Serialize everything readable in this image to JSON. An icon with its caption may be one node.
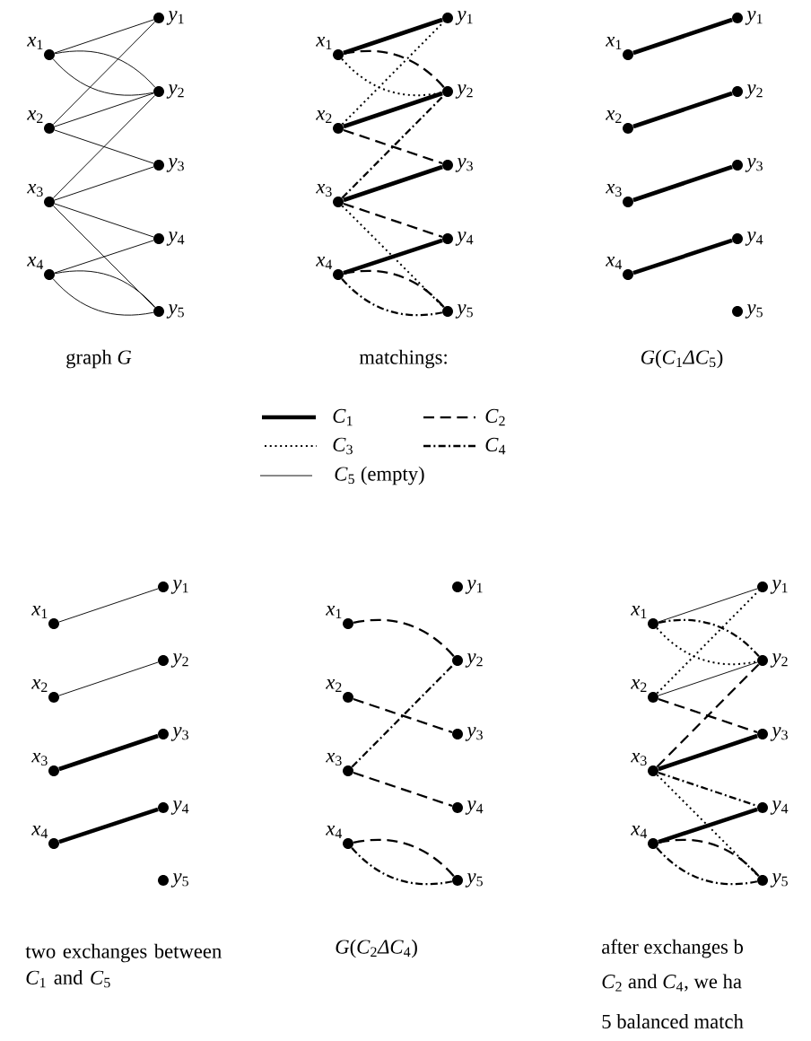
{
  "diagram": {
    "nodes": [
      {
        "text": [
          "*x*$_{1}$"
        ]
      },
      {
        "text": [
          "*x*$_{2}$"
        ]
      },
      {
        "text": [
          "*x*$_{3}$"
        ]
      },
      {
        "text": [
          "*x*$_{4}$"
        ]
      },
      {
        "text": [
          "*y*$_{1}$"
        ]
      },
      {
        "text": [
          "*y*$_{2}$"
        ]
      },
      {
        "text": [
          "*y*$_{3}$"
        ]
      },
      {
        "text": [
          "*y*$_{4}$"
        ]
      },
      {
        "text": [
          "*y*$_{5}$"
        ]
      },
      {
        "text": [
          "*x*$_{1}$"
        ]
      },
      {
        "text": [
          "*x*$_{2}$"
        ]
      },
      {
        "text": [
          "*x*$_{3}$"
        ]
      },
      {
        "text": [
          "*x*$_{4}$"
        ]
      },
      {
        "text": [
          "*y*$_{1}$"
        ]
      },
      {
        "text": [
          "*y*$_{2}$"
        ]
      },
      {
        "text": [
          "*y*$_{3}$"
        ]
      },
      {
        "text": [
          "*y*$_{4}$"
        ]
      },
      {
        "text": [
          "*y*$_{5}$"
        ]
      },
      {
        "text": [
          "*x*$_{1}$"
        ]
      },
      {
        "text": [
          "*x*$_{2}$"
        ]
      },
      {
        "text": [
          "*x*$_{3}$"
        ]
      },
      {
        "text": [
          "*x*$_{4}$"
        ]
      },
      {
        "text": [
          "*y*$_{1}$"
        ]
      },
      {
        "text": [
          "*y*$_{2}$"
        ]
      },
      {
        "text": [
          "*y*$_{3}$"
        ]
      },
      {
        "text": [
          "*y*$_{4}$"
        ]
      },
      {
        "text": [
          "*y*$_{5}$"
        ]
      },
      {
        "text": [
          "*x*$_{1}$"
        ]
      },
      {
        "text": [
          "*x*$_{2}$"
        ]
      },
      {
        "text": [
          "*x*$_{3}$"
        ]
      },
      {
        "text": [
          "*x*$_{4}$"
        ]
      },
      {
        "text": [
          "*y*$_{1}$"
        ]
      },
      {
        "text": [
          "*y*$_{2}$"
        ]
      },
      {
        "text": [
          "*y*$_{3}$"
        ]
      },
      {
        "text": [
          "*y*$_{4}$"
        ]
      },
      {
        "text": [
          "*y*$_{5}$"
        ]
      },
      {
        "text": [
          "*x*$_{1}$"
        ]
      },
      {
        "text": [
          "*x*$_{2}$"
        ]
      },
      {
        "text": [
          "*x*$_{3}$"
        ]
      },
      {
        "text": [
          "*x*$_{4}$"
        ]
      },
      {
        "text": [
          "*y*$_{1}$"
        ]
      },
      {
        "text": [
          "*y*$_{2}$"
        ]
      },
      {
        "text": [
          "*y*$_{3}$"
        ]
      },
      {
        "text": [
          "*y*$_{4}$"
        ]
      },
      {
        "text": [
          "*y*$_{5}$"
        ]
      },
      {
        "text": [
          "*x*$_{1}$"
        ]
      },
      {
        "text": [
          "*x*$_{2}$"
        ]
      },
      {
        "text": [
          "*x*$_{3}$"
        ]
      },
      {
        "text": [
          "*x*$_{4}$"
        ]
      },
      {
        "text": [
          "*y*$_{1}$"
        ]
      },
      {
        "text": [
          "*y*$_{2}$"
        ]
      },
      {
        "text": [
          "*y*$_{3}$"
        ]
      },
      {
        "text": [
          "*y*$_{4}$"
        ]
      },
      {
        "text": [
          "*y*$_{5}$"
        ]
      }
    ],
    "edges": [
      {
        "from": 0,
        "to": 4,
        "arrow": "none"
      },
      {
        "from": 0,
        "to": 5,
        "arrow": "none"
      },
      {
        "from": 0,
        "to": 5,
        "arrow": "none"
      },
      {
        "from": 1,
        "to": 4,
        "arrow": "none"
      },
      {
        "from": 1,
        "to": 5,
        "arrow": "none"
      },
      {
        "from": 1,
        "to": 6,
        "arrow": "none"
      },
      {
        "from": 2,
        "to": 5,
        "arrow": "none"
      },
      {
        "from": 2,
        "to": 6,
        "arrow": "none"
      },
      {
        "from": 2,
        "to": 7,
        "arrow": "none"
      },
      {
        "from": 2,
        "to": 8,
        "arrow": "none"
      },
      {
        "from": 3,
        "to": 7,
        "arrow": "none"
      },
      {
        "from": 3,
        "to": 8,
        "arrow": "none"
      },
      {
        "from": 3,
        "to": 8,
        "arrow": "none"
      },
      {
        "from": 9,
        "to": 13,
        "arrow": "none",
        "style": "thick"
      },
      {
        "from": 9,
        "to": 14,
        "arrow": "none",
        "style": "dashed"
      },
      {
        "from": 9,
        "to": 14,
        "arrow": "none",
        "style": "dashed"
      },
      {
        "from": 10,
        "to": 13,
        "arrow": "none",
        "style": "dashed"
      },
      {
        "from": 10,
        "to": 14,
        "arrow": "none",
        "style": "thick"
      },
      {
        "from": 10,
        "to": 15,
        "arrow": "none",
        "style": "dashed"
      },
      {
        "from": 11,
        "to": 14,
        "arrow": "none",
        "style": "dashed"
      },
      {
        "from": 11,
        "to": 15,
        "arrow": "none",
        "style": "thick"
      },
      {
        "from": 11,
        "to": 16,
        "arrow": "none",
        "style": "dashed"
      },
      {
        "from": 11,
        "to": 17,
        "arrow": "none",
        "style": "dashed"
      },
      {
        "from": 12,
        "to": 16,
        "arrow": "none",
        "style": "thick"
      },
      {
        "from": 12,
        "to": 17,
        "arrow": "none",
        "style": "dashed"
      },
      {
        "from": 12,
        "to": 17,
        "arrow": "none",
        "style": "dashed"
      },
      {
        "from": 18,
        "to": 22,
        "arrow": "none",
        "style": "thick"
      },
      {
        "from": 19,
        "to": 23,
        "arrow": "none",
        "style": "thick"
      },
      {
        "from": 20,
        "to": 24,
        "arrow": "none",
        "style": "thick"
      },
      {
        "from": 21,
        "to": 25,
        "arrow": "none",
        "style": "thick"
      },
      {
        "from": 27,
        "to": 31,
        "arrow": "none"
      },
      {
        "from": 28,
        "to": 32,
        "arrow": "none"
      },
      {
        "from": 29,
        "to": 33,
        "arrow": "none",
        "style": "thick"
      },
      {
        "from": 30,
        "to": 34,
        "arrow": "none",
        "style": "thick"
      },
      {
        "from": 36,
        "to": 41,
        "arrow": "none",
        "style": "dashed"
      },
      {
        "from": 37,
        "to": 42,
        "arrow": "none",
        "style": "dashed"
      },
      {
        "from": 38,
        "to": 41,
        "arrow": "none",
        "style": "dashed"
      },
      {
        "from": 38,
        "to": 43,
        "arrow": "none",
        "style": "dashed"
      },
      {
        "from": 39,
        "to": 44,
        "arrow": "none",
        "style": "dashed"
      },
      {
        "from": 39,
        "to": 44,
        "arrow": "none",
        "style": "dashed"
      },
      {
        "from": 45,
        "to": 49,
        "arrow": "none"
      },
      {
        "from": 45,
        "to": 50,
        "arrow": "none",
        "style": "dashed"
      },
      {
        "from": 45,
        "to": 50,
        "arrow": "none",
        "style": "dashed"
      },
      {
        "from": 46,
        "to": 49,
        "arrow": "none",
        "style": "dashed"
      },
      {
        "from": 46,
        "to": 50,
        "arrow": "none"
      },
      {
        "from": 46,
        "to": 51,
        "arrow": "none",
        "style": "dashed"
      },
      {
        "from": 47,
        "to": 50,
        "arrow": "none",
        "style": "dashed"
      },
      {
        "from": 47,
        "to": 51,
        "arrow": "none",
        "style": "thick"
      },
      {
        "from": 47,
        "to": 52,
        "arrow": "none",
        "style": "dashed"
      },
      {
        "from": 47,
        "to": 53,
        "arrow": "none",
        "style": "dashed"
      },
      {
        "from": 48,
        "to": 52,
        "arrow": "none",
        "style": "thick"
      },
      {
        "from": 48,
        "to": 53,
        "arrow": "none",
        "style": "dashed"
      },
      {
        "from": 48,
        "to": 53,
        "arrow": "none",
        "style": "dashed"
      }
    ],
    "labels": [
      "graph *G*",
      "matchings:",
      "*G*(*C*$_{1}$*ΔC*$_{5}$)",
      "two exchanges between *C*$_{1}$ and *C*$_{5}$",
      "*G*(*C*$_{2}$*ΔC*$_{4}$)",
      "after exchanges b",
      "*C*$_{2}$ and *C*$_{4}$, we ha",
      "5 balanced match"
    ],
    "legend": [
      {
        "text": "*C*$_{1}$"
      },
      {
        "text": "*C*$_{2}$"
      },
      {
        "text": "*C*$_{3}$"
      },
      {
        "text": "*C*$_{4}$"
      },
      {
        "text": "*C*$_{5}$ (empty)"
      }
    ]
  }
}
